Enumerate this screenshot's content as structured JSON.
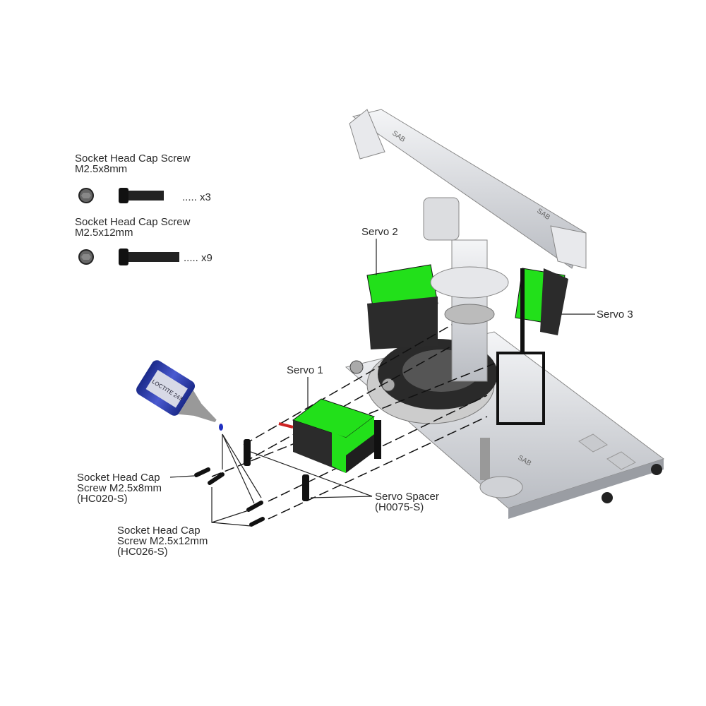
{
  "legend": [
    {
      "title": "Socket Head Cap Screw",
      "size": "M2.5x8mm",
      "quantity": "..... x3"
    },
    {
      "title": "Socket Head Cap Screw",
      "size": "M2.5x12mm",
      "quantity": "..... x9"
    }
  ],
  "callouts": {
    "servo1": "Servo 1",
    "servo2": "Servo 2",
    "servo3": "Servo 3",
    "screw_8": {
      "line1": "Socket Head Cap",
      "line2": "Screw M2.5x8mm",
      "line3": "(HC020-S)"
    },
    "screw_12": {
      "line1": "Socket Head Cap",
      "line2": "Screw M2.5x12mm",
      "line3": "(HC026-S)"
    },
    "spacer": {
      "line1": "Servo Spacer",
      "line2": "(H0075-S)"
    }
  },
  "bottle_label": "LOCTITE 243",
  "colors": {
    "servo_green": "#22e01a",
    "servo_body": "#2b2b2b",
    "metal": "#d6d8dc",
    "bottle": "#2b3aa0"
  }
}
